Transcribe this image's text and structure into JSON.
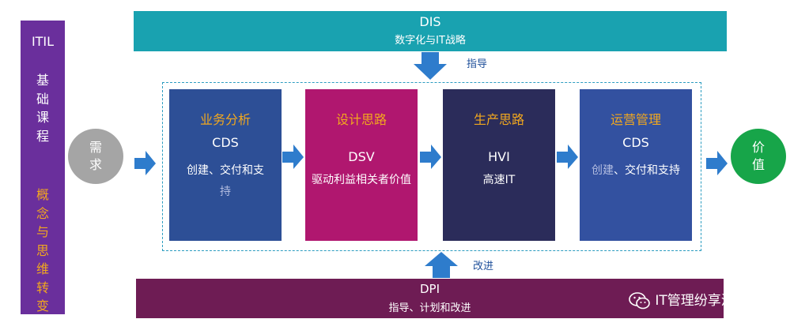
{
  "sidebar": {
    "title": "ITIL",
    "basic_course": "基\n础\n课\n程",
    "concept_shift": "概\n念\n与\n思\n维\n转\n变"
  },
  "dis": {
    "title": "DIS",
    "subtitle": "数字化与IT战略"
  },
  "guide_label": "指导",
  "improve_label": "改进",
  "dpi": {
    "title": "DPI",
    "subtitle": "指导、计划和改进"
  },
  "demand": "需\n求",
  "value": "价\n值",
  "boxes": [
    {
      "heading": "业务分析",
      "code": "CDS",
      "desc_part1": "创建、交付和支",
      "desc_part2": "持",
      "color": "#2d4f96"
    },
    {
      "heading": "设计思路",
      "code": "DSV",
      "desc": "驱动利益相关者价值",
      "color": "#b0176f"
    },
    {
      "heading": "生产思路",
      "code": "HVI",
      "desc": "高速IT",
      "color": "#2b2c5a"
    },
    {
      "heading": "运营管理",
      "code": "CDS",
      "desc_part1": "创建",
      "desc_part2": "、交付和支持",
      "color": "#3351a0"
    }
  ],
  "watermark": "IT管理纷享汇",
  "colors": {
    "arrow": "#2e7ccc",
    "heading": "#f2a81e",
    "dashed_frame": "#2a9cc0"
  }
}
